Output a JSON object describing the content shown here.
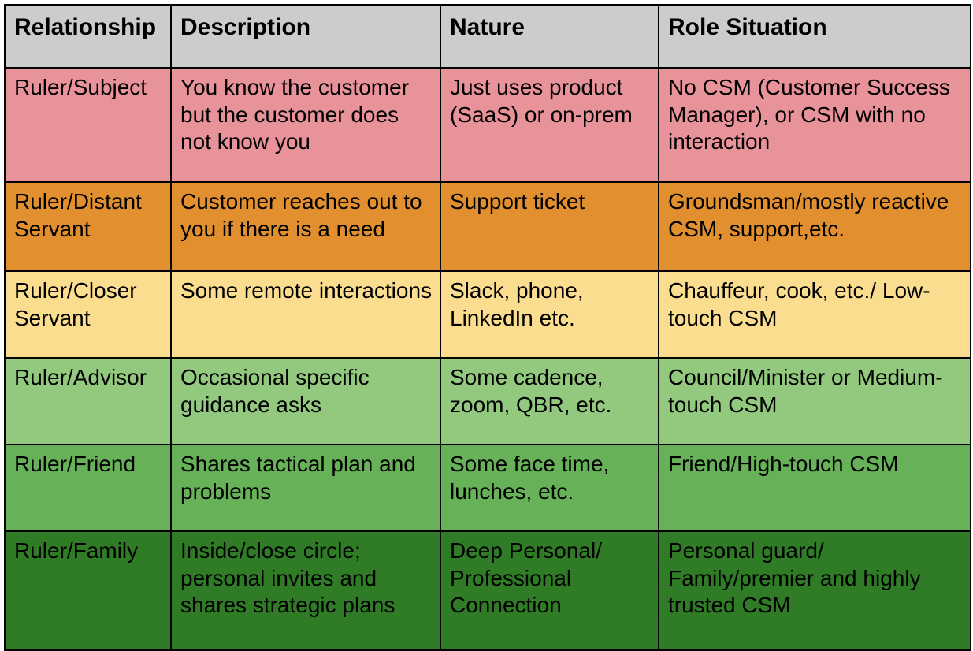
{
  "table": {
    "columns": [
      {
        "key": "relationship",
        "label": "Relationship"
      },
      {
        "key": "description",
        "label": "Description"
      },
      {
        "key": "nature",
        "label": "Nature"
      },
      {
        "key": "role_situation",
        "label": "Role Situation"
      }
    ],
    "header_background": "#cccccc",
    "border_color": "#000000",
    "rows": [
      {
        "relationship": "Ruler/Subject",
        "description": "You know the customer but the customer does not know you",
        "nature": "Just uses product (SaaS) or on-prem",
        "role_situation": "No CSM (Customer Success Manager), or CSM with no interaction",
        "background": "#e8929a"
      },
      {
        "relationship": "Ruler/Distant Servant",
        "description": "Customer reaches out to you if there is a need",
        "nature": "Support ticket",
        "role_situation": "Groundsman/mostly reactive CSM, support,etc.",
        "background": "#e2902f"
      },
      {
        "relationship": "Ruler/Closer Servant",
        "description": "Some remote interactions",
        "nature": "Slack, phone, LinkedIn etc.",
        "role_situation": "Chauffeur, cook, etc./ Low-touch CSM",
        "background": "#fbdd8f"
      },
      {
        "relationship": "Ruler/Advisor",
        "description": "Occasional specific guidance asks",
        "nature": "Some cadence, zoom, QBR, etc.",
        "role_situation": "Council/Minister or Medium-touch CSM",
        "background": "#93c97e"
      },
      {
        "relationship": "Ruler/Friend",
        "description": "Shares tactical plan and problems",
        "nature": "Some face time, lunches, etc.",
        "role_situation": "Friend/High-touch CSM",
        "background": "#67b158"
      },
      {
        "relationship": "Ruler/Family",
        "description": "Inside/close circle; personal invites and shares strategic plans",
        "nature": "Deep Personal/ Professional Connection",
        "role_situation": "Personal guard/ Family/premier and highly trusted CSM",
        "background": "#2f7b26"
      }
    ]
  }
}
